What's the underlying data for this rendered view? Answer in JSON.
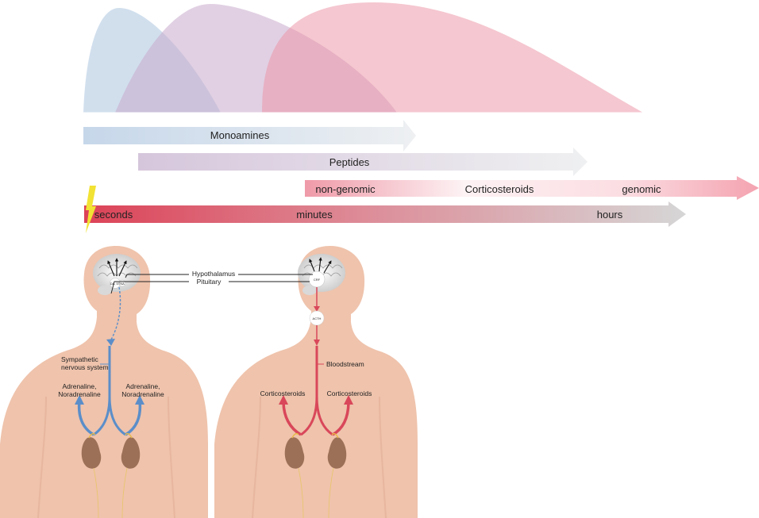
{
  "phases": {
    "monoamines": "Monoamines",
    "peptides": "Peptides",
    "corticosteroids": "Corticosteroids",
    "non_genomic": "non-genomic",
    "genomic": "genomic"
  },
  "timeline": {
    "seconds": "seconds",
    "minutes": "minutes",
    "hours": "hours"
  },
  "labels": {
    "hypothalamus": "Hypothalamus",
    "pituitary": "Pituitary",
    "sympathetic": [
      "Sympathetic",
      "nervous system"
    ],
    "adrenaline_left": [
      "Adrenaline,",
      "Noradrenaline"
    ],
    "adrenaline_right": [
      "Adrenaline,",
      "Noradrenaline"
    ],
    "bloodstream": "Bloodstream",
    "corticosteroids_left": "Corticosteroids",
    "corticosteroids_right": "Corticosteroids",
    "neuro_left_a": "DA, 5T",
    "neuro_left_b": "NA",
    "crf": "CRF",
    "acth": "ACTH"
  },
  "colors": {
    "blue": "#c9d9ea",
    "purple": "#d3bfd9",
    "pink": "#f1b9c4",
    "red": "#d84a5e",
    "skin": "#efc3ac",
    "nerve_blue": "#5b8ec9",
    "blood_red": "#d9475a",
    "kidney": "#9c7056"
  }
}
